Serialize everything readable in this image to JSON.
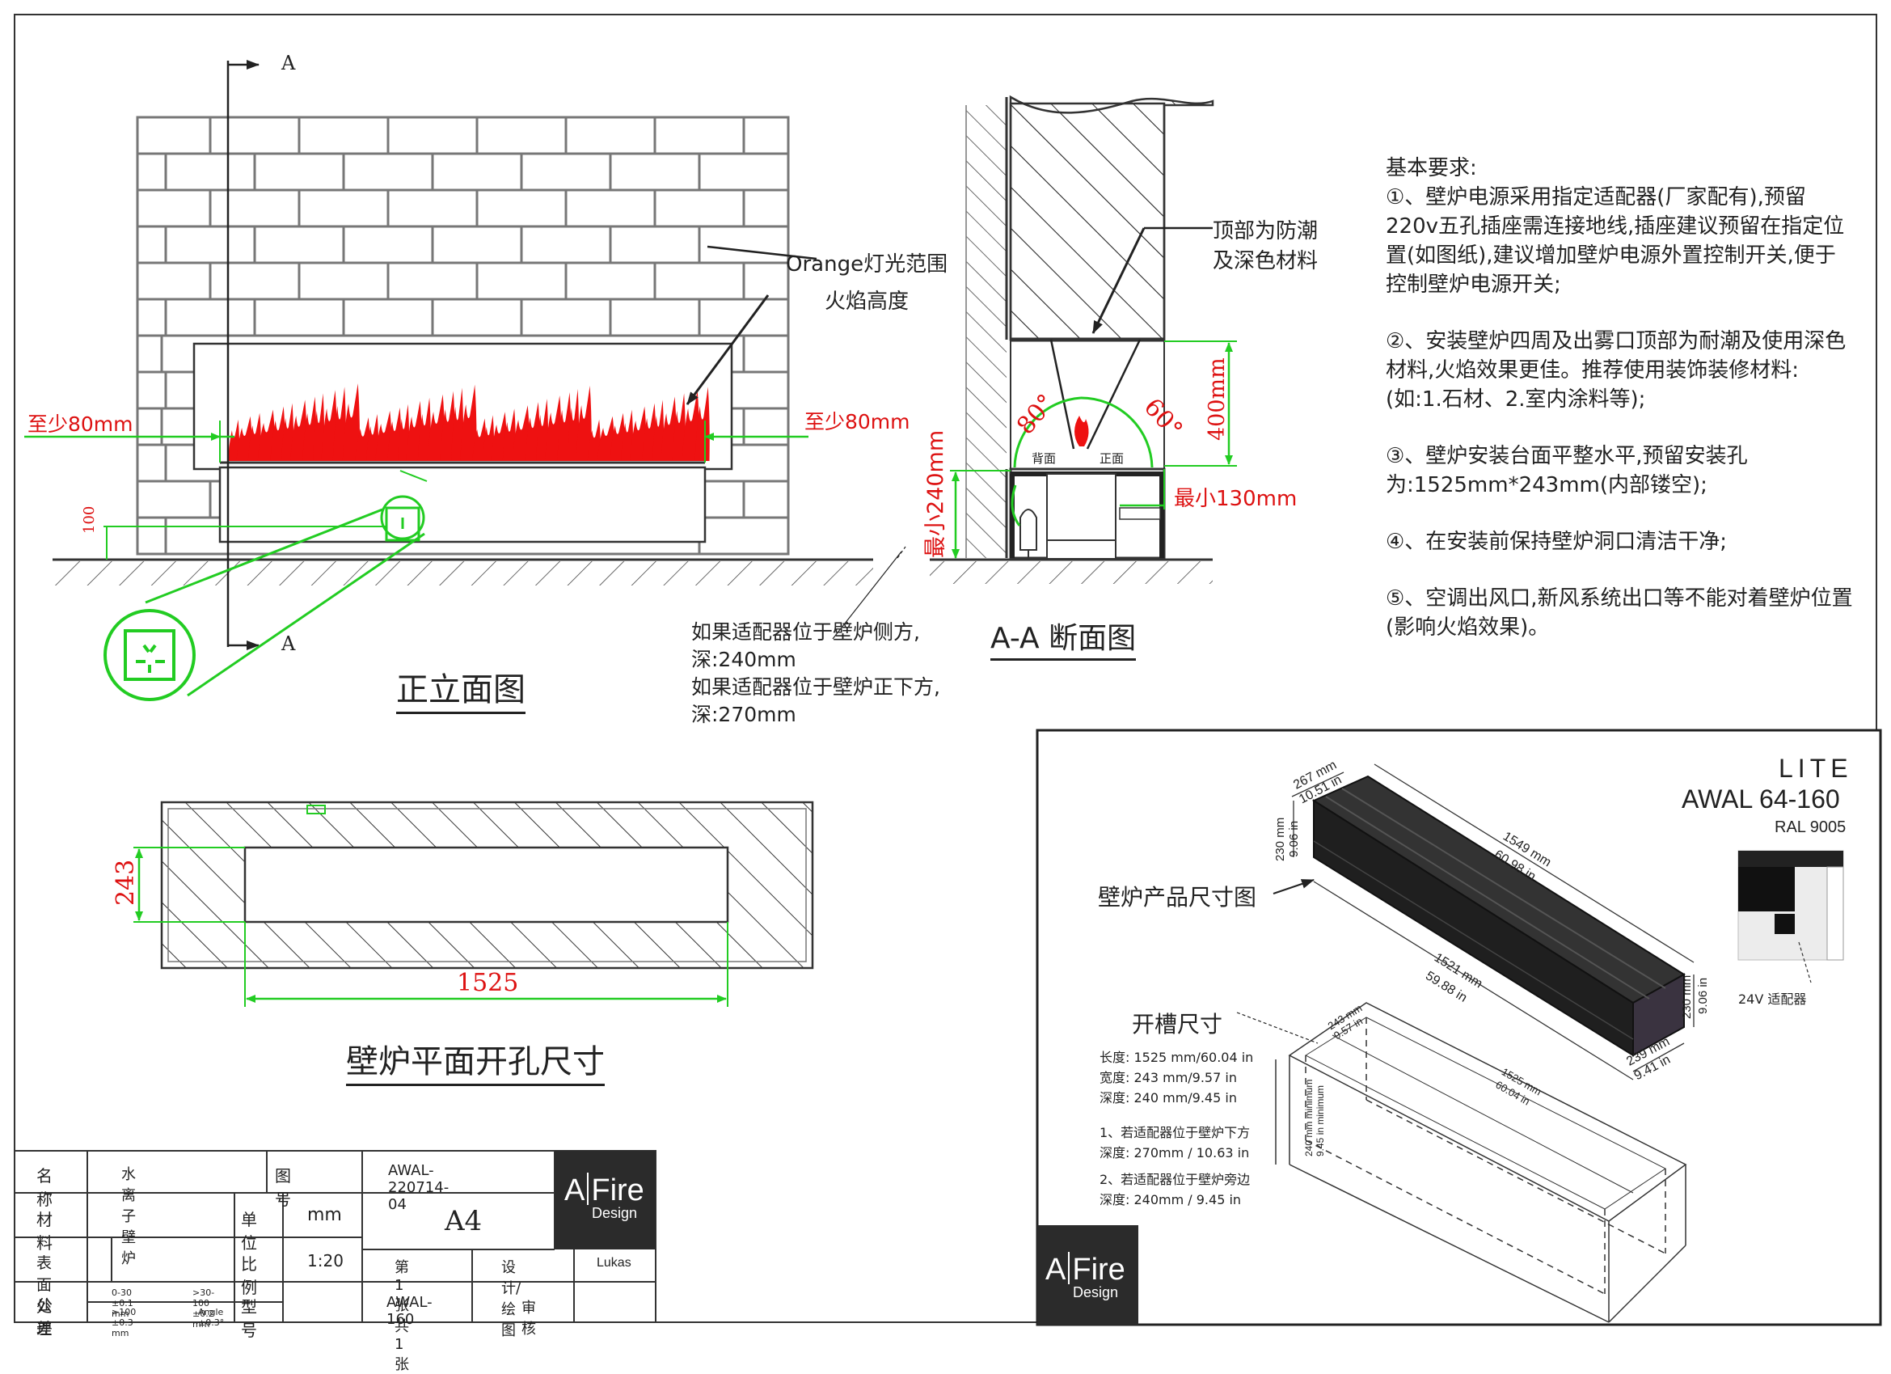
{
  "front_view": {
    "title": "正立面图",
    "section_marker_top": "A",
    "section_marker_bottom": "A",
    "label_orange_light": "Orange灯光范围",
    "label_flame_height": "火焰高度",
    "label_min_left": "至少80mm",
    "label_min_right": "至少80mm",
    "label_socket_height": "100"
  },
  "section_view": {
    "title": "A-A 断面图",
    "label_top_material_1": "顶部为防潮",
    "label_top_material_2": "及深色材料",
    "label_angle_back": "80°",
    "label_angle_front": "60°",
    "label_back": "背面",
    "label_front": "正面",
    "label_400": "400mm",
    "label_min240": "最小240mm",
    "label_min130": "最小130mm"
  },
  "adapter_note": {
    "line1": "如果适配器位于壁炉侧方,",
    "line2": "深:240mm",
    "line3": "如果适配器位于壁炉正下方,",
    "line4": "深:270mm"
  },
  "requirements": {
    "heading": "基本要求:",
    "items": [
      "①、壁炉电源采用指定适配器(厂家配有),预留220v五孔插座需连接地线,插座建议预留在指定位置(如图纸),建议增加壁炉电源外置控制开关,便于控制壁炉电源开关;",
      "②、安装壁炉四周及出雾口顶部为耐潮及使用深色材料,火焰效果更佳。推荐使用装饰装修材料:(如:1.石材、2.室内涂料等);",
      "③、壁炉安装台面平整水平,预留安装孔为:1525mm*243mm(内部镂空);",
      "④、在安装前保持壁炉洞口清洁干净;",
      "⑤、空调出风口,新风系统出口等不能对着壁炉位置(影响火焰效果)。"
    ]
  },
  "plan_view": {
    "title": "壁炉平面开孔尺寸",
    "dim_width": "1525",
    "dim_depth": "243"
  },
  "product_panel": {
    "series": "LITE",
    "model": "AWAL 64-160",
    "color": "RAL 9005",
    "label_product": "壁炉产品尺寸图",
    "label_slot": "开槽尺寸",
    "label_adapter": "24V 适配器",
    "dims": {
      "d267": "267 mm",
      "d267in": "10.51 in",
      "d230a": "230 mm",
      "d230ain": "9.06 in",
      "d1549": "1549 mm",
      "d1549in": "60.98 in",
      "d1521": "1521 mm",
      "d1521in": "59.88 in",
      "d230b": "230 mm",
      "d230bin": "9.06 in",
      "d239": "239 mm",
      "d239in": "9.41 in",
      "d243": "243 mm",
      "d243in": "9.57 in",
      "d1525": "1525 mm",
      "d1525in": "60.04 in",
      "d240min": "240 mm minimum",
      "d240minin": "9.45 in minimum"
    },
    "slot_specs": [
      "长度: 1525 mm/60.04 in",
      "宽度: 243 mm/9.57 in",
      "深度: 240 mm/9.45 in"
    ],
    "slot_notes": [
      "1、若适配器位于壁炉下方",
      "深度: 270mm / 10.63 in",
      "2、若适配器位于壁炉旁边",
      "深度: 240mm / 9.45 in"
    ]
  },
  "brand": {
    "a": "A",
    "fire": "Fire",
    "design": "Design"
  },
  "title_block": {
    "name_label": "名称",
    "name_value": "水离子壁炉",
    "drawing_no_label": "图号",
    "drawing_no": "AWAL-220714-04",
    "material_label": "材料",
    "unit_label": "单位",
    "unit_value": "mm",
    "sheet_size": "A4",
    "surface_label": "表面处理",
    "scale_label": "比例",
    "scale_value": "1:20",
    "sheet_label": "第1张 共1张",
    "design_label": "设计/绘图",
    "designer": "Lukas",
    "tolerance_label": "公差",
    "tol1": "0-30 ±0.1 mm",
    "tol2": ">30-100 ±0.2 mm",
    "tol3": ">100 ±0.3 mm",
    "tol4": "Angle ±0.3°",
    "model_label": "型号",
    "model_value": "AWAL-160",
    "review_label": "审核"
  },
  "colors": {
    "dim_green": "#22cc22",
    "dim_red": "#dd1111",
    "flame": "#ee1111",
    "ink": "#222222"
  }
}
